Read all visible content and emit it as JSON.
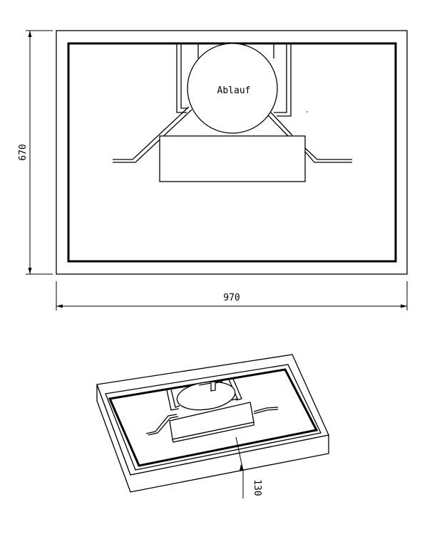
{
  "plan_view": {
    "drain_label": "Ablauf",
    "dimension_height": "670",
    "dimension_width": "970"
  },
  "iso_view": {
    "dimension_depth": "130"
  }
}
